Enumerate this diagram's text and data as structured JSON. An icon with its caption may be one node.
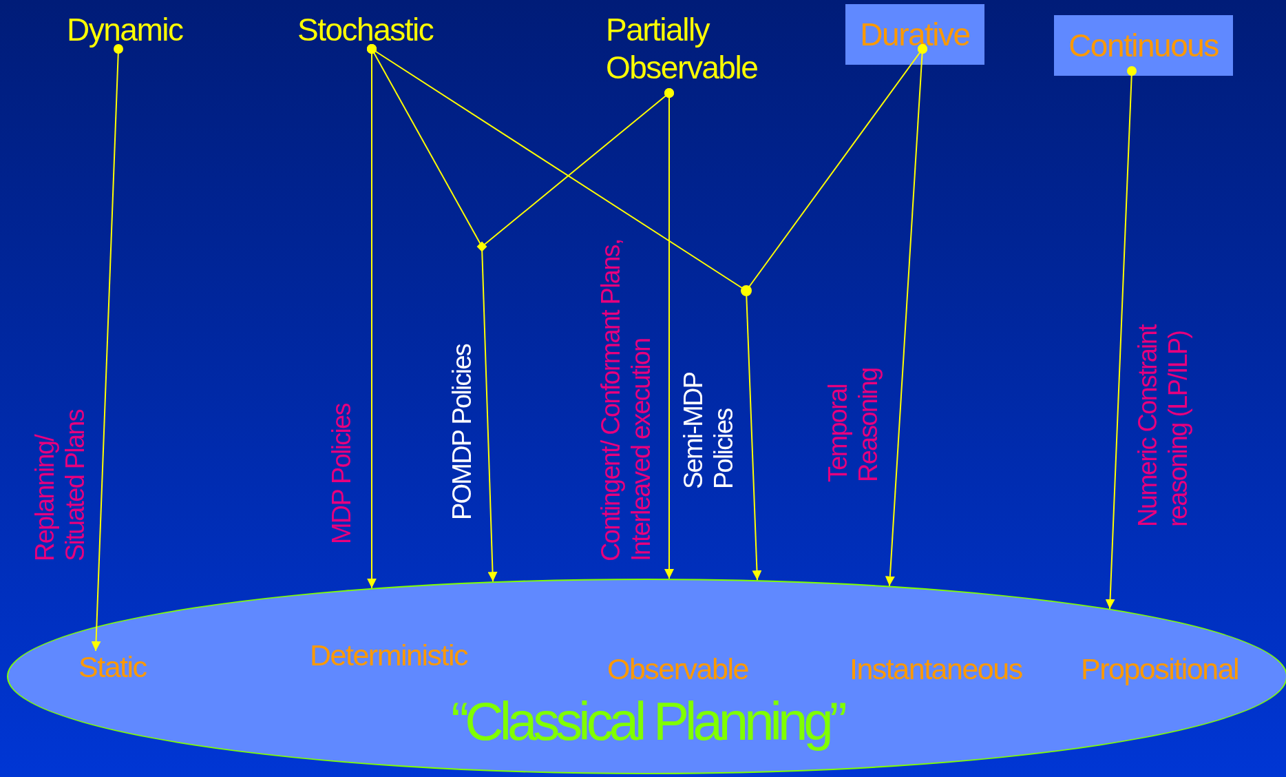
{
  "diagram": {
    "nodes": [
      {
        "text": [
          "Dynamic"
        ]
      },
      {
        "text": [
          "Stochastic"
        ]
      },
      {
        "text": [
          "Partially Observable"
        ]
      },
      {
        "text": [
          "Durative"
        ]
      },
      {
        "text": [
          "Continuous"
        ]
      },
      {
        "text": [],
        "shape": "diamond"
      },
      {
        "text": [],
        "shape": "circle"
      },
      {
        "text": [
          "“Classical Planning”"
        ]
      },
      {
        "text": [
          "Static"
        ],
        "in": 7
      },
      {
        "text": [
          "Deterministic"
        ],
        "in": 7
      },
      {
        "text": [
          "Observable"
        ],
        "in": 7
      },
      {
        "text": [
          "Instantaneous"
        ],
        "in": 7
      },
      {
        "text": [
          "Propositional"
        ],
        "in": 7
      }
    ],
    "edges": [
      {
        "from": 0,
        "to": 8,
        "arrow": "to",
        "label": "Replanning/ Situated Plans"
      },
      {
        "from": 1,
        "to": 7,
        "arrow": "to",
        "label": "MDP Policies"
      },
      {
        "from": 1,
        "to": 5,
        "arrow": "other"
      },
      {
        "from": 2,
        "to": 5,
        "arrow": "other"
      },
      {
        "from": 5,
        "to": 7,
        "arrow": "to",
        "label": "POMDP Policies"
      },
      {
        "from": 2,
        "to": 7,
        "arrow": "to",
        "label": "Contingent/ Conformant Plans, Interleaved execution"
      },
      {
        "from": 1,
        "to": 6,
        "arrow": "other"
      },
      {
        "from": 3,
        "to": 6,
        "arrow": "other"
      },
      {
        "from": 6,
        "to": 7,
        "arrow": "to",
        "label": "Semi-MDP Policies"
      },
      {
        "from": 3,
        "to": 7,
        "arrow": "to",
        "label": "Temporal Reasoning"
      },
      {
        "from": 4,
        "to": 7,
        "arrow": "to",
        "label": "Numeric Constraint reasoning (LP/ILP)"
      }
    ]
  }
}
